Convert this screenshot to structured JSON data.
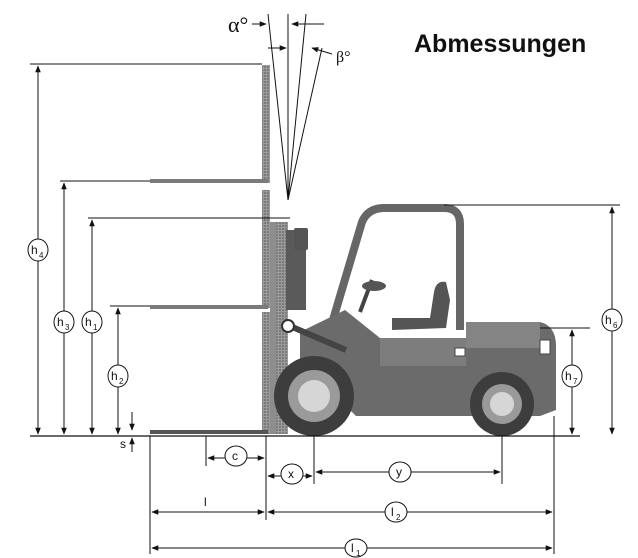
{
  "title": "Abmessungen",
  "angles": {
    "alpha": "α°",
    "beta": "β°"
  },
  "labels": {
    "h4": {
      "main": "h",
      "sub": "4"
    },
    "h3": {
      "main": "h",
      "sub": "3"
    },
    "h1": {
      "main": "h",
      "sub": "1"
    },
    "h2": {
      "main": "h",
      "sub": "2"
    },
    "h6": {
      "main": "h",
      "sub": "6"
    },
    "h7": {
      "main": "h",
      "sub": "7"
    },
    "s": "s",
    "c": "c",
    "x": "x",
    "y": "y",
    "l": "l",
    "l2": {
      "main": "l",
      "sub": "2"
    },
    "l1": {
      "main": "l",
      "sub": "1"
    }
  }
}
